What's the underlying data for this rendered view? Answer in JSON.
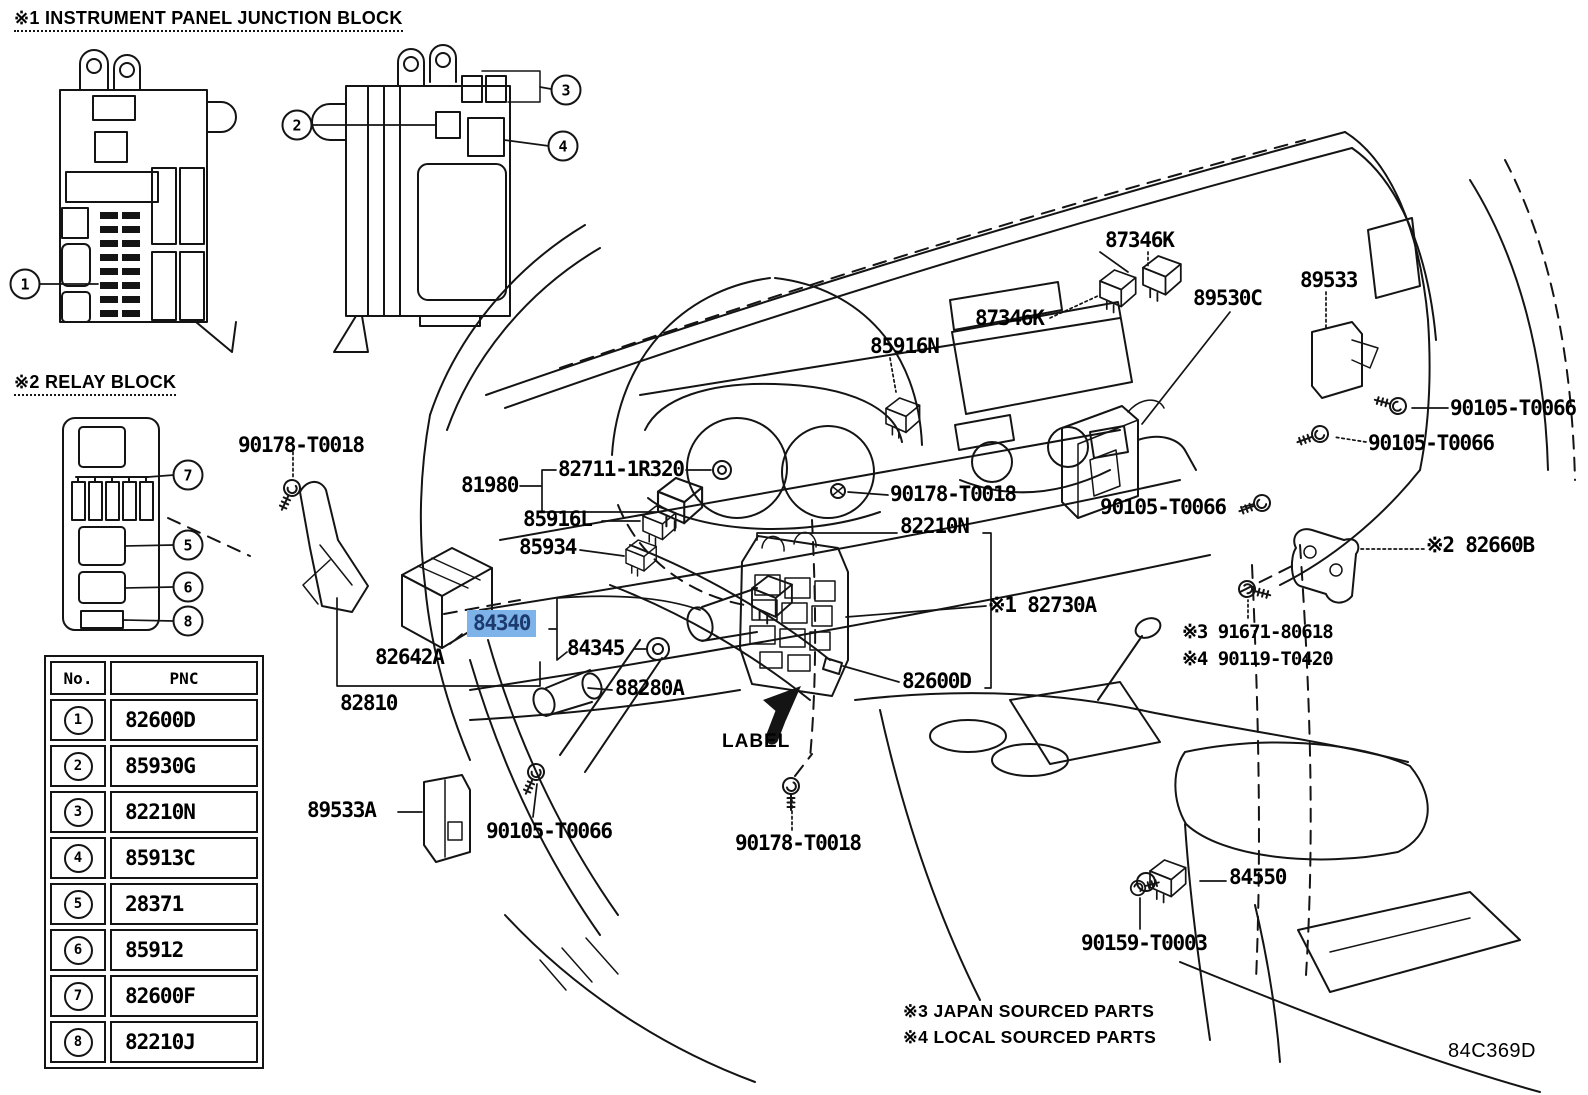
{
  "drawing_number": "84C369D",
  "sections": {
    "junction_block_title": "※1 INSTRUMENT PANEL JUNCTION BLOCK",
    "relay_block_title": "※2 RELAY BLOCK"
  },
  "table": {
    "headers": {
      "no": "No.",
      "pnc": "PNC"
    },
    "rows": [
      {
        "no": "1",
        "pnc": "82600D"
      },
      {
        "no": "2",
        "pnc": "85930G"
      },
      {
        "no": "3",
        "pnc": "82210N"
      },
      {
        "no": "4",
        "pnc": "85913C"
      },
      {
        "no": "5",
        "pnc": "28371"
      },
      {
        "no": "6",
        "pnc": "85912"
      },
      {
        "no": "7",
        "pnc": "82600F"
      },
      {
        "no": "8",
        "pnc": "82210J"
      }
    ]
  },
  "markers": [
    "1",
    "2",
    "3",
    "4",
    "7",
    "5",
    "6",
    "8"
  ],
  "callouts": [
    {
      "id": "90178-T0018-upper-left",
      "text": "90178-T0018"
    },
    {
      "id": "81980",
      "text": "81980"
    },
    {
      "id": "82711-1R320",
      "text": "82711-1R320"
    },
    {
      "id": "85916L",
      "text": "85916L"
    },
    {
      "id": "85934",
      "text": "85934"
    },
    {
      "id": "84340",
      "text": "84340",
      "highlighted": true
    },
    {
      "id": "84345",
      "text": "84345"
    },
    {
      "id": "82642A",
      "text": "82642A"
    },
    {
      "id": "82810",
      "text": "82810"
    },
    {
      "id": "88280A",
      "text": "88280A"
    },
    {
      "id": "89533A",
      "text": "89533A"
    },
    {
      "id": "90105-T0066-lower-left",
      "text": "90105-T0066"
    },
    {
      "id": "90178-T0018-bottom",
      "text": "90178-T0018"
    },
    {
      "id": "label-arrow",
      "text": "LABEL"
    },
    {
      "id": "82600D",
      "text": "82600D"
    },
    {
      "id": "82210N",
      "text": "82210N"
    },
    {
      "id": "90178-T0018-center",
      "text": "90178-T0018"
    },
    {
      "id": "82730A",
      "text": "※1 82730A"
    },
    {
      "id": "90105-T0066-center",
      "text": "90105-T0066"
    },
    {
      "id": "85916N",
      "text": "85916N"
    },
    {
      "id": "87346K-top",
      "text": "87346K"
    },
    {
      "id": "87346K-left",
      "text": "87346K"
    },
    {
      "id": "89530C",
      "text": "89530C"
    },
    {
      "id": "89533",
      "text": "89533"
    },
    {
      "id": "90105-T0066-right-upper",
      "text": "90105-T0066"
    },
    {
      "id": "90105-T0066-right-lower",
      "text": "90105-T0066"
    },
    {
      "id": "82660B",
      "text": "※2 82660B"
    },
    {
      "id": "91671-80618",
      "text": "※3 91671-80618"
    },
    {
      "id": "90119-T0420",
      "text": "※4 90119-T0420"
    },
    {
      "id": "84550",
      "text": "84550"
    },
    {
      "id": "90159-T0003",
      "text": "90159-T0003"
    }
  ],
  "footnotes": [
    "※3 JAPAN SOURCED PARTS",
    "※4 LOCAL SOURCED PARTS"
  ],
  "colors": {
    "line": "#141414",
    "highlight_bg": "#7DB3E8",
    "highlight_text": "#1D3A6E"
  }
}
